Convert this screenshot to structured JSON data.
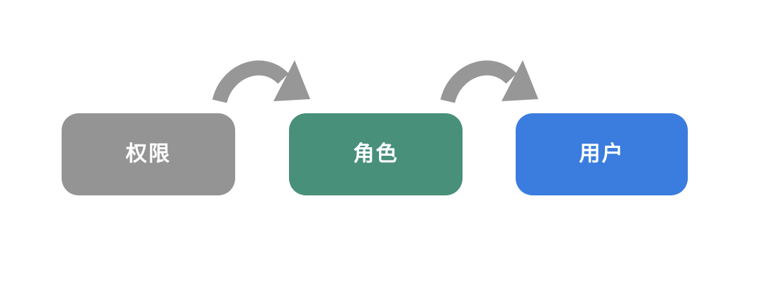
{
  "diagram": {
    "background_color": "#ffffff",
    "label_color": "#ffffff",
    "arrow_color": "#979797",
    "nodes": [
      {
        "id": "permissions",
        "label": "权限",
        "color": "#949494"
      },
      {
        "id": "role",
        "label": "角色",
        "color": "#48907a"
      },
      {
        "id": "user",
        "label": "用户",
        "color": "#3b7dde"
      }
    ],
    "arrows": [
      {
        "id": "permissions-to-role",
        "from": "权限",
        "to": "角色"
      },
      {
        "id": "role-to-user",
        "from": "角色",
        "to": "用户"
      }
    ]
  }
}
